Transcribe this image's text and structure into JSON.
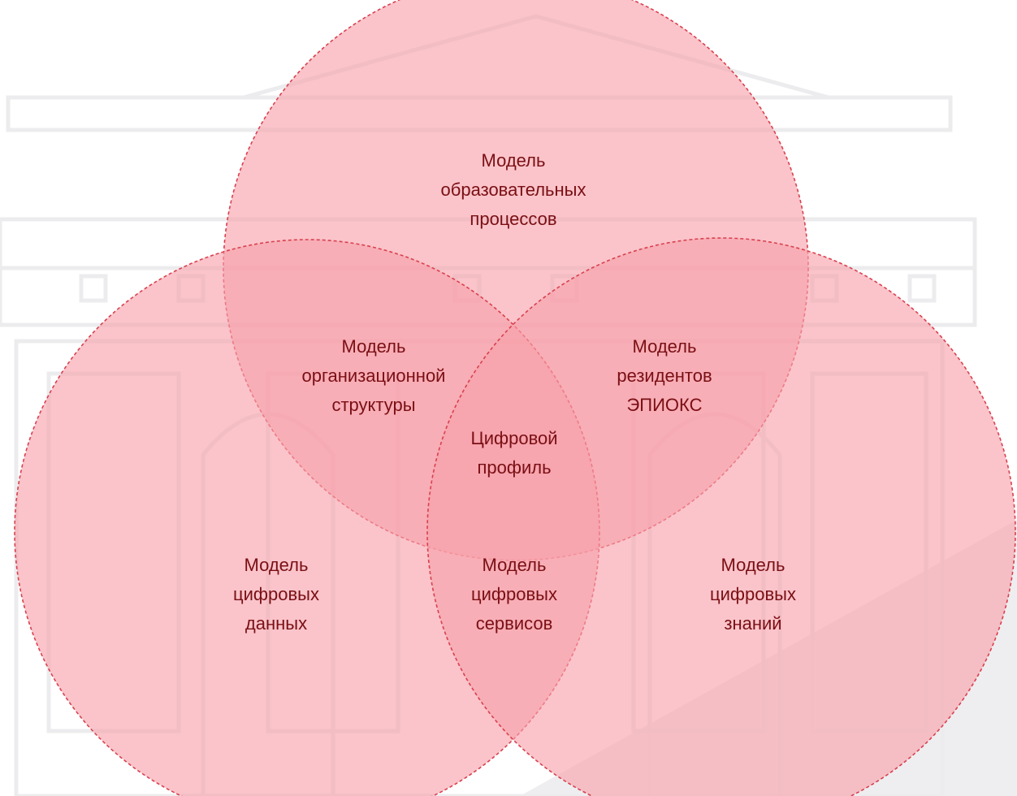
{
  "colors": {
    "circle_fill": "#f7a0aa",
    "circle_stroke": "#d9404f",
    "label_text": "#7a0f14",
    "watermark": "#ececee",
    "corner_shade": "#eeeef0"
  },
  "diagram": {
    "type": "venn-3",
    "sets": [
      {
        "id": "top",
        "lines": [
          "Модель",
          "образовательных",
          "процессов"
        ]
      },
      {
        "id": "left",
        "lines": [
          "Модель",
          "цифровых",
          "данных"
        ]
      },
      {
        "id": "right",
        "lines": [
          "Модель",
          "цифровых",
          "знаний"
        ]
      }
    ],
    "intersections": [
      {
        "id": "top-left",
        "lines": [
          "Модель",
          "организационной",
          "структуры"
        ]
      },
      {
        "id": "top-right",
        "lines": [
          "Модель",
          "резидентов",
          "ЭПИОКС"
        ]
      },
      {
        "id": "left-right",
        "lines": [
          "Модель",
          "цифровых",
          "сервисов"
        ]
      },
      {
        "id": "center",
        "lines": [
          "Цифровой",
          "профиль"
        ]
      }
    ]
  }
}
